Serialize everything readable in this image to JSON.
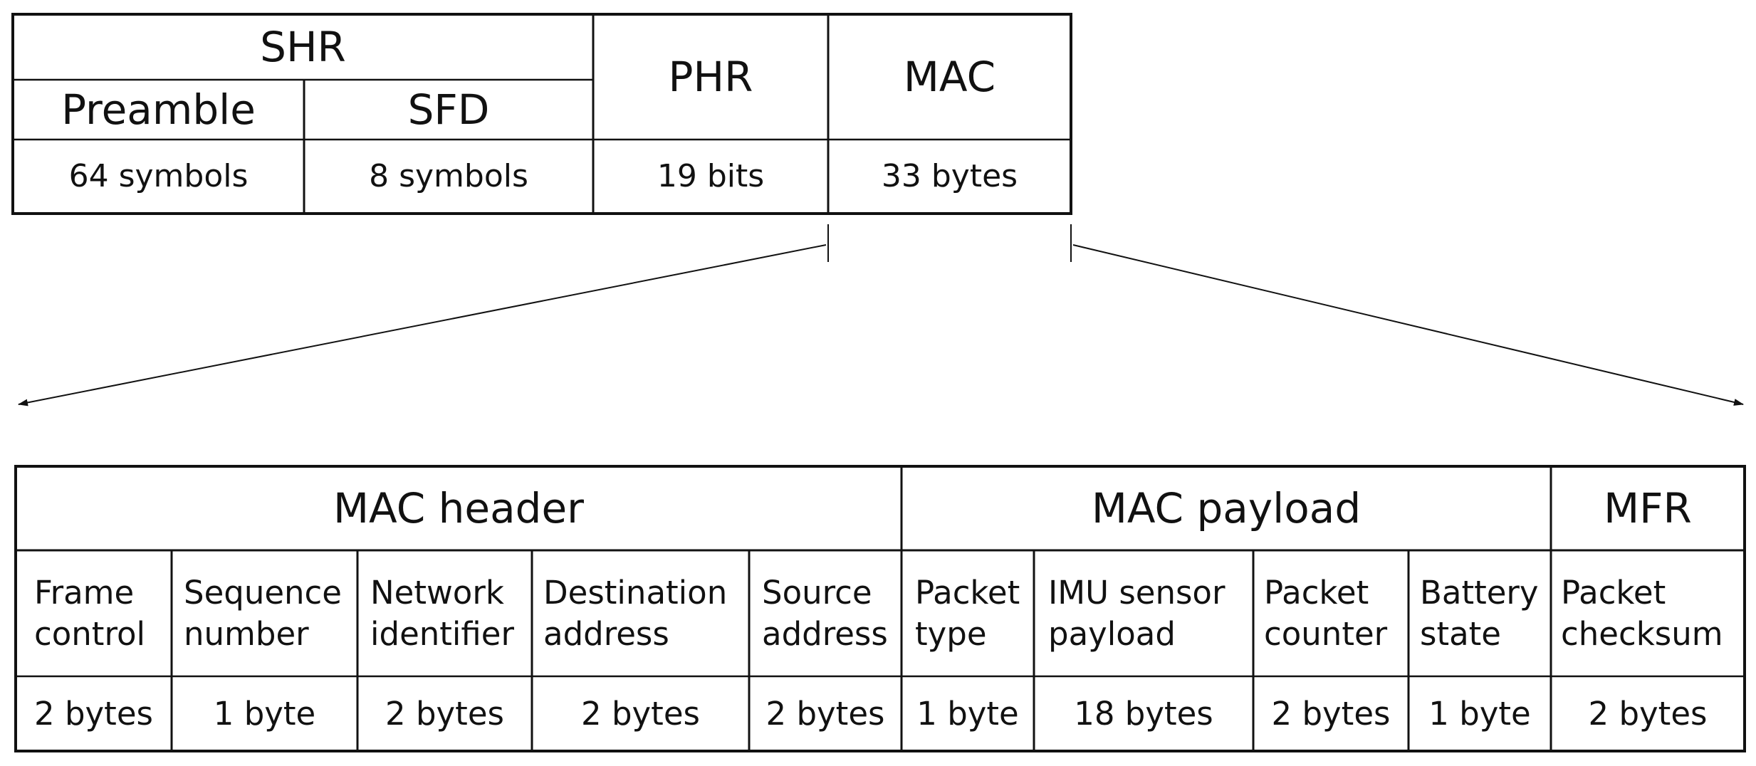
{
  "top_frame": {
    "shr_label": "SHR",
    "preamble_label": "Preamble",
    "sfd_label": "SFD",
    "phr_label": "PHR",
    "mac_label": "MAC",
    "preamble_size": "64 symbols",
    "sfd_size": "8 symbols",
    "phr_size": "19 bits",
    "mac_size": "33 bytes"
  },
  "mac_frame": {
    "header_label": "MAC header",
    "payload_label": "MAC payload",
    "mfr_label": "MFR",
    "fields": [
      {
        "line1": "Frame",
        "line2": "control",
        "size": "2 bytes"
      },
      {
        "line1": "Sequence",
        "line2": "number",
        "size": "1 byte"
      },
      {
        "line1": "Network",
        "line2": "identifier",
        "size": "2 bytes"
      },
      {
        "line1": "Destination",
        "line2": "address",
        "size": "2 bytes"
      },
      {
        "line1": "Source",
        "line2": "address",
        "size": "2 bytes"
      },
      {
        "line1": "Packet",
        "line2": "type",
        "size": "1 byte"
      },
      {
        "line1": "IMU sensor",
        "line2": "payload",
        "size": "18 bytes"
      },
      {
        "line1": "Packet",
        "line2": "counter",
        "size": "2 bytes"
      },
      {
        "line1": "Battery",
        "line2": "state",
        "size": "1 byte"
      },
      {
        "line1": "Packet",
        "line2": "checksum",
        "size": "2 bytes"
      }
    ]
  }
}
